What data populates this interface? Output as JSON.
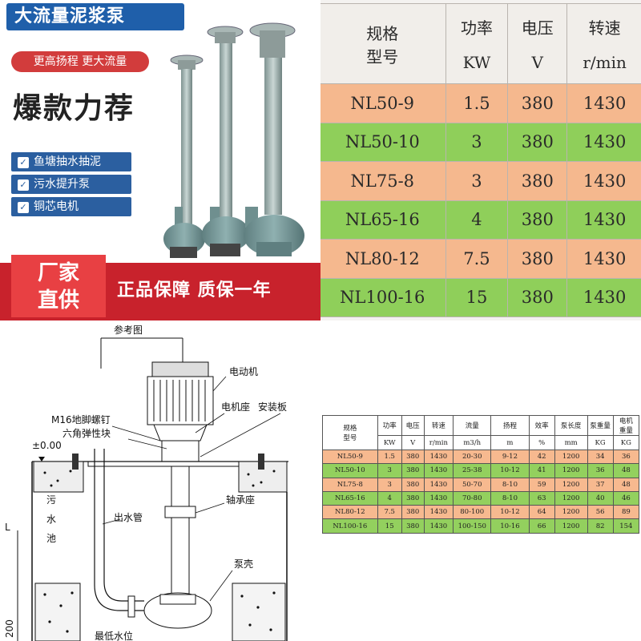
{
  "banner": {
    "title": "大流量泥浆泵",
    "pill": "更高扬程 更大流量",
    "headline": "爆款力荐",
    "features": [
      "鱼塘抽水抽泥",
      "污水提升泵",
      "铜芯电机"
    ],
    "factory_line1": "厂家",
    "factory_line2": "直供",
    "guarantee": "正品保障 质保一年"
  },
  "photo_table": {
    "header": {
      "model_line1": "规格",
      "model_line2": "型号",
      "power": "功率",
      "power_unit": "KW",
      "voltage": "电压",
      "voltage_unit": "V",
      "speed": "转速",
      "speed_unit": "r/min"
    },
    "rows": [
      {
        "model": "NL50-9",
        "power": "1.5",
        "voltage": "380",
        "speed": "1430",
        "color": "orange"
      },
      {
        "model": "NL50-10",
        "power": "3",
        "voltage": "380",
        "speed": "1430",
        "color": "green"
      },
      {
        "model": "NL75-8",
        "power": "3",
        "voltage": "380",
        "speed": "1430",
        "color": "orange"
      },
      {
        "model": "NL65-16",
        "power": "4",
        "voltage": "380",
        "speed": "1430",
        "color": "green"
      },
      {
        "model": "NL80-12",
        "power": "7.5",
        "voltage": "380",
        "speed": "1430",
        "color": "orange"
      },
      {
        "model": "NL100-16",
        "power": "15",
        "voltage": "380",
        "speed": "1430",
        "color": "green"
      }
    ]
  },
  "diagram": {
    "ref": "参考图",
    "motor": "电动机",
    "motor_seat": "电机座",
    "mount_plate": "安装板",
    "bolt": "M16地脚螺钉",
    "hex_block": "六角弹性块",
    "level": "±0.00",
    "pool_1": "污",
    "pool_2": "水",
    "pool_3": "池",
    "outlet": "出水管",
    "bearing": "轴承座",
    "casing": "泵壳",
    "min_level": "最低水位",
    "dim_l": "L",
    "dim_200": "200"
  },
  "small_table": {
    "headers": {
      "model_1": "规格",
      "model_2": "型号",
      "power": "功率",
      "voltage": "电压",
      "speed": "转速",
      "flow": "流量",
      "head": "扬程",
      "eff": "效率",
      "len": "泵长度",
      "weight": "泵重量",
      "motor_w1": "电机",
      "motor_w2": "重量"
    },
    "units": {
      "power": "KW",
      "voltage": "V",
      "speed": "r/min",
      "flow": "m3/h",
      "head": "m",
      "eff": "%",
      "len": "mm",
      "weight": "KG",
      "motor_w": "KG"
    },
    "rows": [
      {
        "model": "NL50-9",
        "power": "1.5",
        "voltage": "380",
        "speed": "1430",
        "flow": "20-30",
        "head": "9-12",
        "eff": "42",
        "len": "1200",
        "weight": "34",
        "motor_w": "36",
        "color": "orange"
      },
      {
        "model": "NL50-10",
        "power": "3",
        "voltage": "380",
        "speed": "1430",
        "flow": "25-38",
        "head": "10-12",
        "eff": "41",
        "len": "1200",
        "weight": "36",
        "motor_w": "48",
        "color": "green"
      },
      {
        "model": "NL75-8",
        "power": "3",
        "voltage": "380",
        "speed": "1430",
        "flow": "50-70",
        "head": "8-10",
        "eff": "59",
        "len": "1200",
        "weight": "37",
        "motor_w": "48",
        "color": "orange"
      },
      {
        "model": "NL65-16",
        "power": "4",
        "voltage": "380",
        "speed": "1430",
        "flow": "70-80",
        "head": "8-10",
        "eff": "63",
        "len": "1200",
        "weight": "40",
        "motor_w": "46",
        "color": "green"
      },
      {
        "model": "NL80-12",
        "power": "7.5",
        "voltage": "380",
        "speed": "1430",
        "flow": "80-100",
        "head": "10-12",
        "eff": "64",
        "len": "1200",
        "weight": "56",
        "motor_w": "89",
        "color": "orange"
      },
      {
        "model": "NL100-16",
        "power": "15",
        "voltage": "380",
        "speed": "1430",
        "flow": "100-150",
        "head": "10-16",
        "eff": "66",
        "len": "1200",
        "weight": "82",
        "motor_w": "154",
        "color": "green"
      }
    ]
  }
}
